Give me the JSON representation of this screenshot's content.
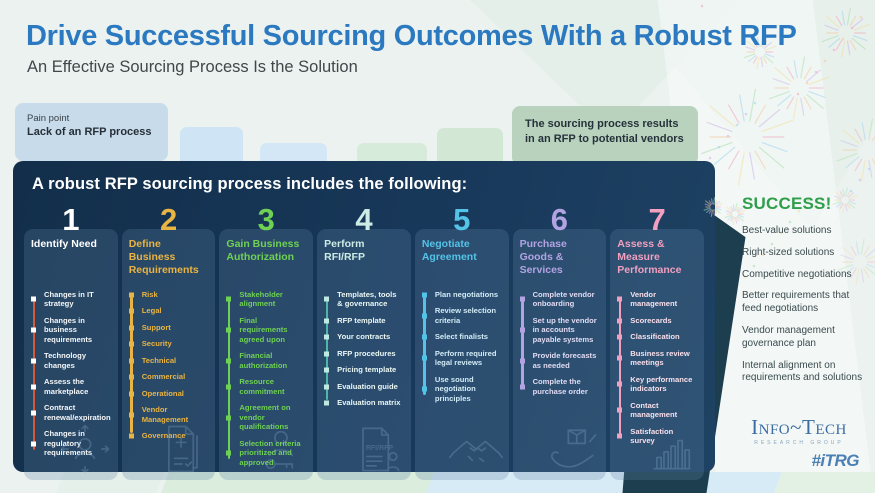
{
  "header": {
    "title": "Drive Successful Sourcing Outcomes With a Robust RFP",
    "subtitle": "An Effective Sourcing Process Is the Solution",
    "title_color": "#2b79c0"
  },
  "pain_point": {
    "label": "Pain point",
    "text": "Lack of an RFP process"
  },
  "result_note": "The sourcing process results in an RFP to potential vendors",
  "process": {
    "heading": "A robust RFP sourcing process includes the following:",
    "panel_color": "#16334f",
    "steps": [
      {
        "number": "1",
        "title": "Identify Need",
        "icon": "person-network-icon",
        "title_color": "#ffffff",
        "accent_color": "#d65a38",
        "bullet_color": "#ffffff",
        "text_color": "#f4f7f9",
        "items": [
          "Changes in IT strategy",
          "Changes in business requirements",
          "Technology changes",
          "Assess the marketplace",
          "Contract renewal/expiration",
          "Changes in regulatory requirements"
        ]
      },
      {
        "number": "2",
        "title": "Define Business Requirements",
        "icon": "document-plus-icon",
        "title_color": "#e9b442",
        "accent_color": "#e9b442",
        "bullet_color": "#e9b442",
        "text_color": "#e9b442",
        "items": [
          "Risk",
          "Legal",
          "Support",
          "Security",
          "Technical",
          "Commercial",
          "Operational",
          "Vendor Management",
          "Governance"
        ]
      },
      {
        "number": "3",
        "title": "Gain Business Authorization",
        "icon": "person-key-icon",
        "title_color": "#6fd153",
        "accent_color": "#6fd153",
        "bullet_color": "#6fd153",
        "text_color": "#6fd153",
        "items": [
          "Stakeholder alignment",
          "Final requirements agreed upon",
          "Financial authorization",
          "Resource commitment",
          "Agreement on vendor qualifications",
          "Selection criteria prioritized and approved"
        ]
      },
      {
        "number": "4",
        "title": "Perform RFI/RFP",
        "icon": "rfp-document-icon",
        "title_color": "#cdece6",
        "accent_color": "#4db8aa",
        "bullet_color": "#bfe8e1",
        "text_color": "#eaf7f4",
        "items": [
          "Templates, tools & governance",
          "RFP template",
          "Your contracts",
          "RFP procedures",
          "Pricing template",
          "Evaluation guide",
          "Evaluation matrix"
        ]
      },
      {
        "number": "5",
        "title": "Negotiate Agreement",
        "icon": "handshake-icon",
        "title_color": "#54c3e8",
        "accent_color": "#54c3e8",
        "bullet_color": "#54c3e8",
        "text_color": "#d2ebf7",
        "items": [
          "Plan negotiations",
          "Review selection criteria",
          "Select finalists",
          "Perform required legal reviews",
          "Use sound negotiation principles"
        ]
      },
      {
        "number": "6",
        "title": "Purchase Goods & Services",
        "icon": "hand-box-icon",
        "title_color": "#b3a3e3",
        "accent_color": "#b3a3e3",
        "bullet_color": "#b3a3e3",
        "text_color": "#e0daf2",
        "items": [
          "Complete vendor onboarding",
          "Set up the vendor in accounts payable systems",
          "Provide forecasts as needed",
          "Complete the purchase order"
        ]
      },
      {
        "number": "7",
        "title": "Assess & Measure Performance",
        "icon": "bar-chart-icon",
        "title_color": "#f29fc0",
        "accent_color": "#f29fc0",
        "bullet_color": "#f29fc0",
        "text_color": "#f9dfeb",
        "items": [
          "Vendor management",
          "Scorecards",
          "Classification",
          "Business review meetings",
          "Key performance indicators",
          "Contact management",
          "Satisfaction survey"
        ]
      }
    ]
  },
  "success": {
    "heading": "SUCCESS!",
    "heading_color": "#2f9e4b",
    "items": [
      "Best-value solutions",
      "Right-sized solutions",
      "Competitive negotiations",
      "Better requirements that feed negotiations",
      "Vendor management governance plan",
      "Internal alignment on requirements and solutions"
    ]
  },
  "branding": {
    "logo_name": "Info~Tech",
    "logo_sub": "RESEARCH GROUP",
    "logo_tag": "#iTRG"
  }
}
